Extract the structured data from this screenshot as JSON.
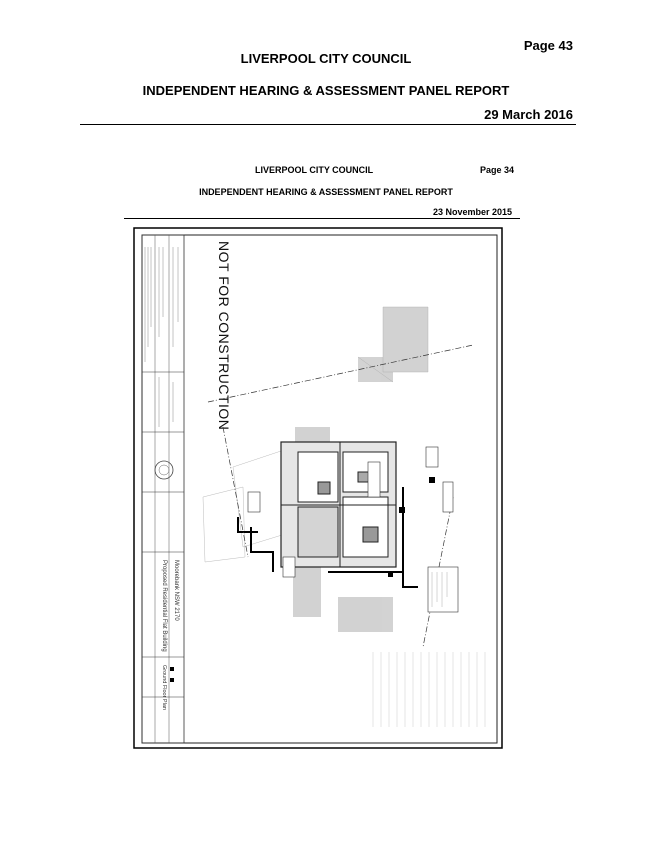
{
  "header": {
    "page_number": "Page 43",
    "council": "LIVERPOOL CITY COUNCIL",
    "report": "INDEPENDENT HEARING & ASSESSMENT PANEL REPORT",
    "date": "29 March 2016"
  },
  "embedded_page": {
    "council": "LIVERPOOL CITY COUNCIL",
    "page_number": "Page 34",
    "report": "INDEPENDENT HEARING & ASSESSMENT PANEL REPORT",
    "date": "23 November 2015"
  },
  "drawing": {
    "stamp": "NOT FOR CONSTRUCTION",
    "title_block": {
      "project": "Proposed Residential Flat Building",
      "address": "Moorebank NSW 2170",
      "sheet_title": "Ground Floor Plan"
    }
  }
}
